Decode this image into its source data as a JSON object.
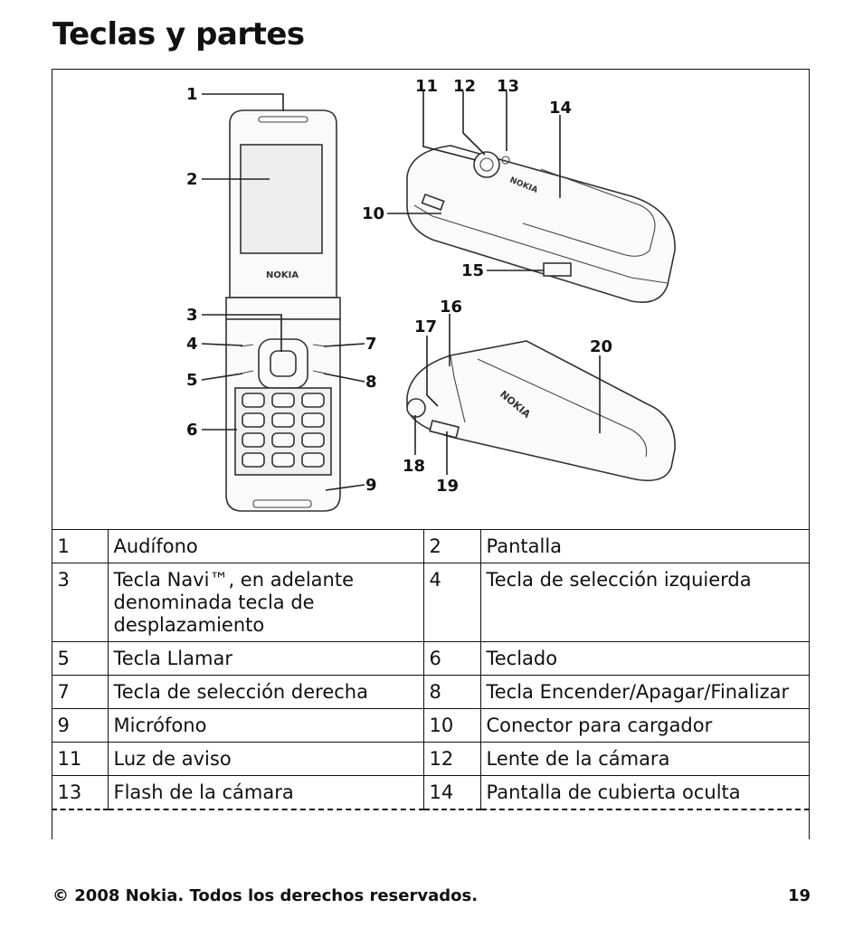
{
  "page": {
    "title": "Teclas y partes",
    "footer_left": "© 2008 Nokia. Todos los derechos reservados.",
    "page_number": "19"
  },
  "figure": {
    "brand": "NOKIA",
    "callouts": [
      "1",
      "2",
      "3",
      "4",
      "5",
      "6",
      "7",
      "8",
      "9",
      "10",
      "11",
      "12",
      "13",
      "14",
      "15",
      "16",
      "17",
      "18",
      "19",
      "20"
    ]
  },
  "parts_table": {
    "rows": [
      {
        "n1": "1",
        "l1": "Audífono",
        "n2": "2",
        "l2": "Pantalla"
      },
      {
        "n1": "3",
        "l1": "Tecla Navi™, en adelante denominada tecla de desplazamiento",
        "n2": "4",
        "l2": "Tecla de selección izquierda"
      },
      {
        "n1": "5",
        "l1": "Tecla Llamar",
        "n2": "6",
        "l2": "Teclado"
      },
      {
        "n1": "7",
        "l1": "Tecla de selección derecha",
        "n2": "8",
        "l2": "Tecla Encender/Apagar/Finalizar"
      },
      {
        "n1": "9",
        "l1": "Micrófono",
        "n2": "10",
        "l2": "Conector para cargador"
      },
      {
        "n1": "11",
        "l1": "Luz de aviso",
        "n2": "12",
        "l2": "Lente de la cámara"
      },
      {
        "n1": "13",
        "l1": "Flash de la cámara",
        "n2": "14",
        "l2": "Pantalla de cubierta oculta"
      }
    ]
  }
}
